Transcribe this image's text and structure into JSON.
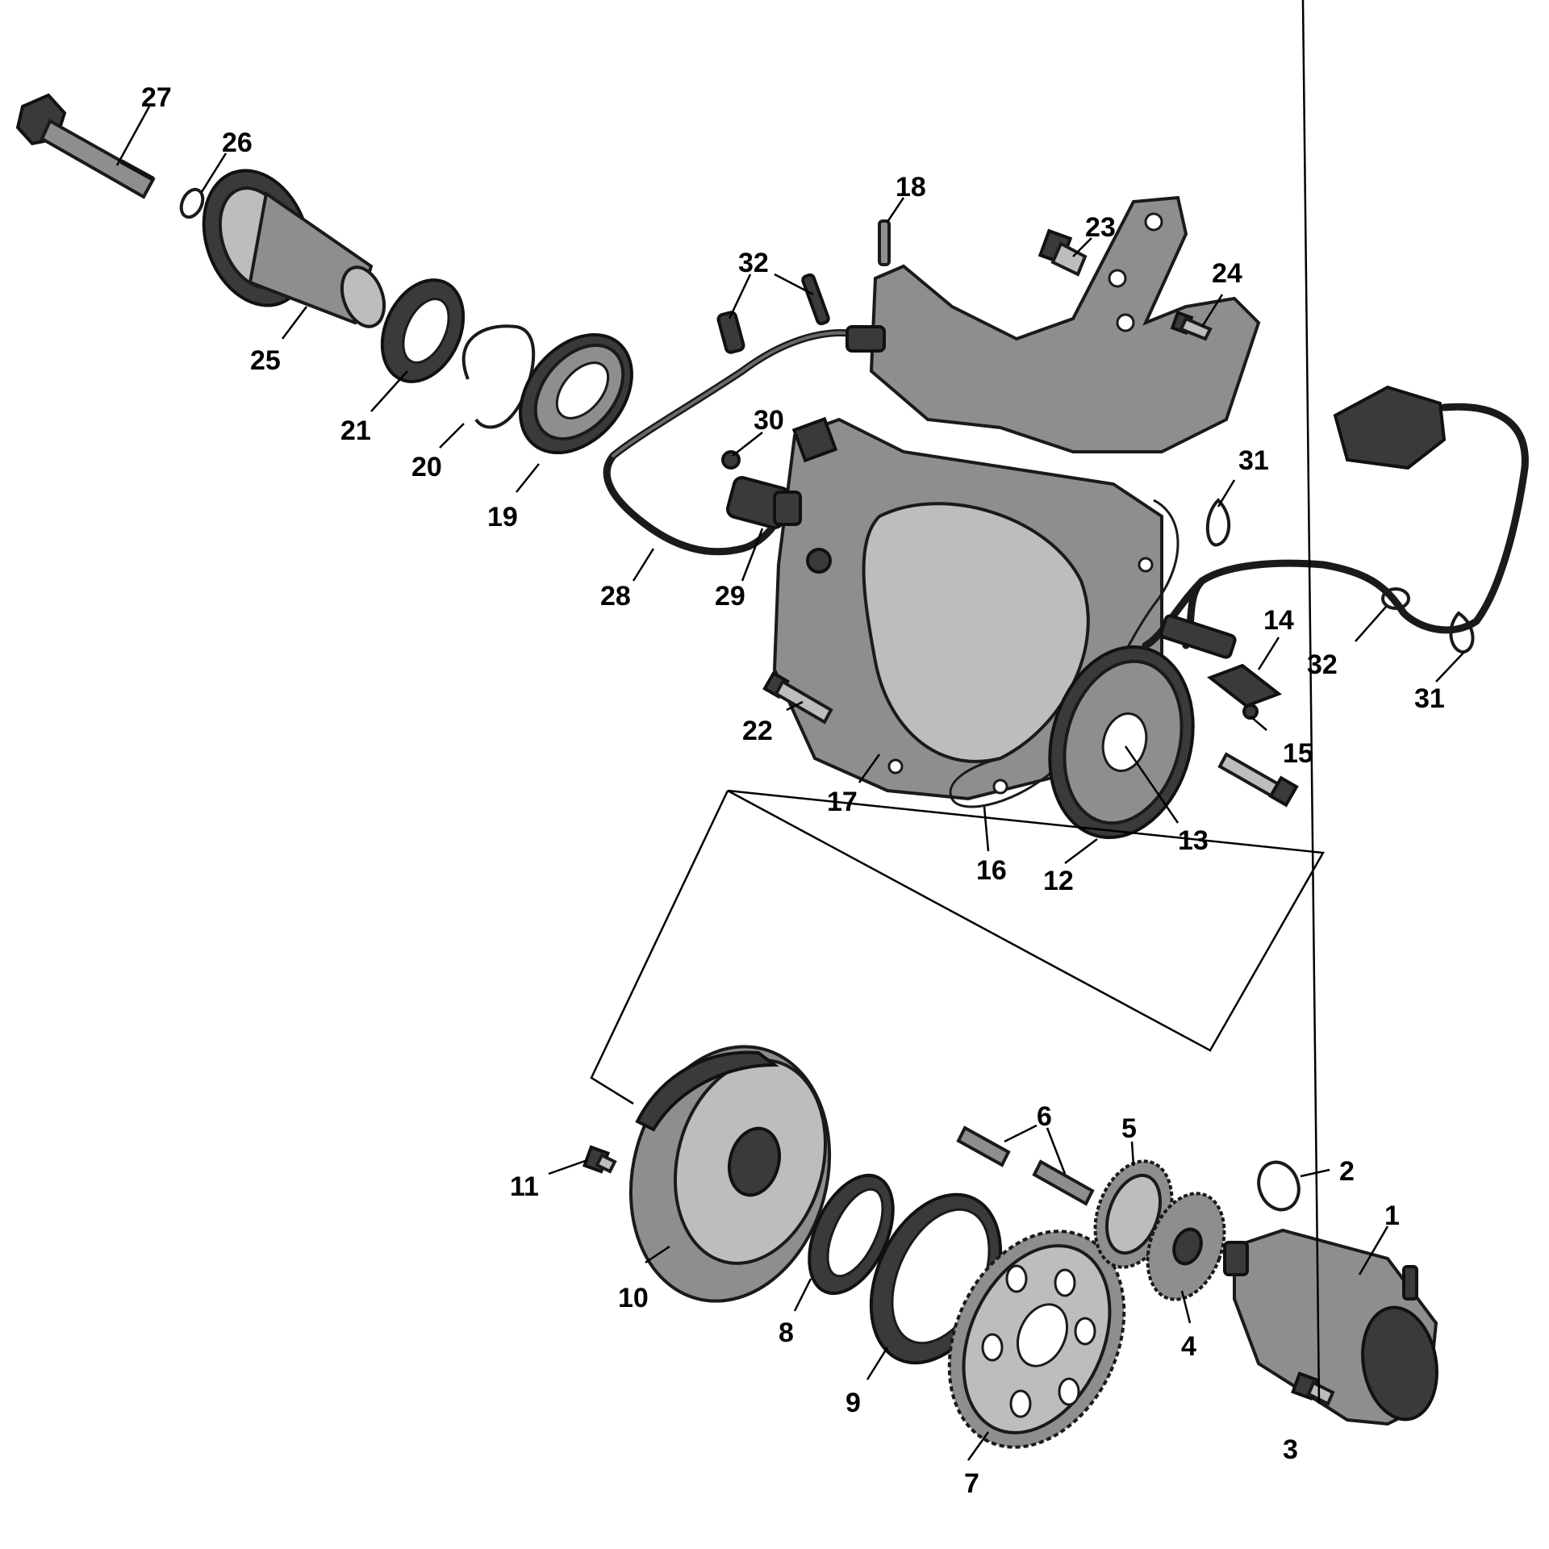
{
  "callouts": {
    "c1": "1",
    "c2": "2",
    "c3": "3",
    "c4": "4",
    "c5": "5",
    "c6": "6",
    "c7": "7",
    "c8": "8",
    "c9": "9",
    "c10": "10",
    "c11": "11",
    "c12": "12",
    "c13": "13",
    "c14": "14",
    "c15": "15",
    "c16": "16",
    "c17": "17",
    "c18": "18",
    "c19": "19",
    "c20": "20",
    "c21": "21",
    "c22": "22",
    "c23": "23",
    "c24": "24",
    "c25": "25",
    "c26": "26",
    "c27": "27",
    "c28": "28",
    "c29": "29",
    "c30": "30",
    "c31a": "31",
    "c31b": "31",
    "c32a": "32",
    "c32b": "32"
  }
}
